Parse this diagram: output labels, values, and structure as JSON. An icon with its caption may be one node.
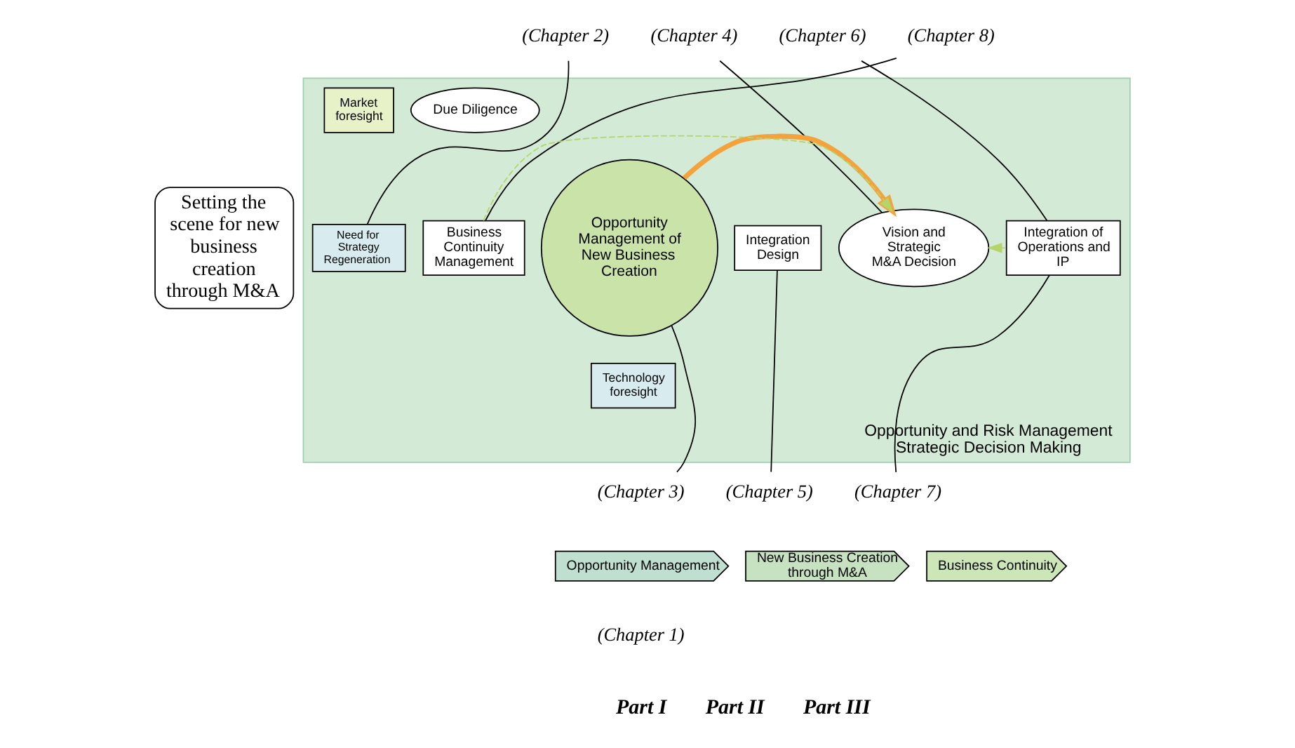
{
  "diagram": {
    "nodes": [
      {
        "text": [
          "Setting the scene for new business creation through M&A"
        ]
      },
      {
        "text": [
          "Opportunity and Risk Management",
          "Strategic Decision Making"
        ]
      },
      {
        "text": [
          "Market foresight"
        ],
        "in": 1
      },
      {
        "text": [
          "Need for Strategy Regeneration"
        ],
        "in": 1
      },
      {
        "text": [
          "Opportunity Management of New Business Creation"
        ],
        "in": 1
      },
      {
        "text": [
          "Technology foresight"
        ],
        "in": 1
      },
      {
        "text": [
          "Vision and Strategic M&A Decision"
        ],
        "in": 1
      },
      {
        "text": [
          "Due Diligence"
        ],
        "in": 1
      },
      {
        "text": [
          "Integration Design"
        ],
        "in": 1
      },
      {
        "text": [
          "Integration of Operations and IP"
        ],
        "in": 1
      },
      {
        "text": [
          "Business Continuity Management"
        ],
        "in": 1
      },
      {
        "text": [
          "(Chapter 2)"
        ]
      },
      {
        "text": [
          "(Chapter 4)"
        ]
      },
      {
        "text": [
          "(Chapter 6)"
        ]
      },
      {
        "text": [
          "(Chapter 8)"
        ]
      },
      {
        "text": [
          "(Chapter 3)"
        ]
      },
      {
        "text": [
          "(Chapter 5)"
        ]
      },
      {
        "text": [
          "(Chapter 7)"
        ]
      },
      {
        "text": [
          "Opportunity Management"
        ]
      },
      {
        "text": [
          "New Business Creation through M&A"
        ]
      },
      {
        "text": [
          "Business Continuity"
        ]
      }
    ],
    "edges": [
      {
        "from": 4,
        "to": 6,
        "arrow": "to",
        "style": "thick",
        "color": "#f4a23c"
      },
      {
        "from": 10,
        "to": 6,
        "arrow": "to",
        "style": "dashed",
        "color": "#b5d56a"
      },
      {
        "from": 9,
        "to": 6,
        "arrow": "to",
        "style": "dashed",
        "color": "#b5d56a"
      },
      {
        "from": 11,
        "to": 3,
        "arrow": "none"
      },
      {
        "from": 12,
        "to": 6,
        "arrow": "none"
      },
      {
        "from": 13,
        "to": 9,
        "arrow": "none"
      },
      {
        "from": 14,
        "to": 10,
        "arrow": "none"
      },
      {
        "from": 15,
        "to": 4,
        "arrow": "none"
      },
      {
        "from": 16,
        "to": 8,
        "arrow": "none"
      },
      {
        "from": 17,
        "to": 9,
        "arrow": "none"
      }
    ],
    "labels": [
      "(Chapter 1)",
      "Part I",
      "Part II",
      "Part III"
    ]
  }
}
